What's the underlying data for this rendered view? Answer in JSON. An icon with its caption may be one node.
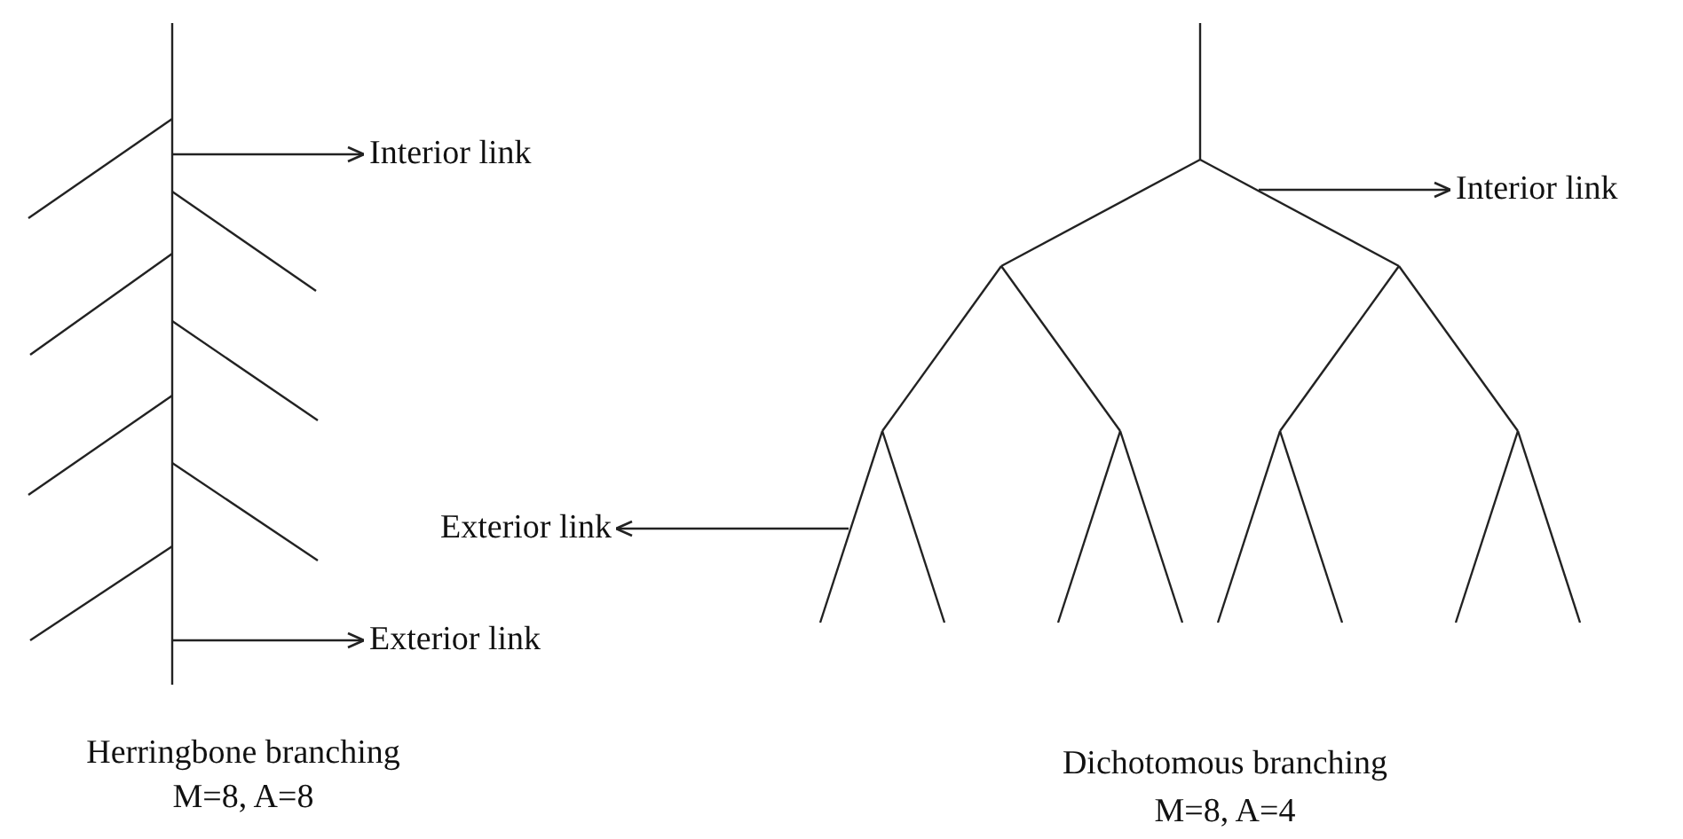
{
  "diagram": {
    "nodes": [
      {
        "text": [
          "Interior link"
        ]
      },
      {
        "text": [
          "Exterior link"
        ]
      },
      {
        "text": [
          "Interior link"
        ]
      },
      {
        "text": [
          "Exterior link"
        ]
      }
    ],
    "edges": [
      {
        "from": null,
        "to": 0,
        "arrow": "to"
      },
      {
        "from": null,
        "to": 1,
        "arrow": "to"
      },
      {
        "from": null,
        "to": 2,
        "arrow": "to"
      },
      {
        "from": null,
        "to": 3,
        "arrow": "to"
      }
    ],
    "labels": [
      "Herringbone branching",
      "M=8, A=8",
      "Dichotomous branching",
      "M=8, A=4"
    ]
  }
}
